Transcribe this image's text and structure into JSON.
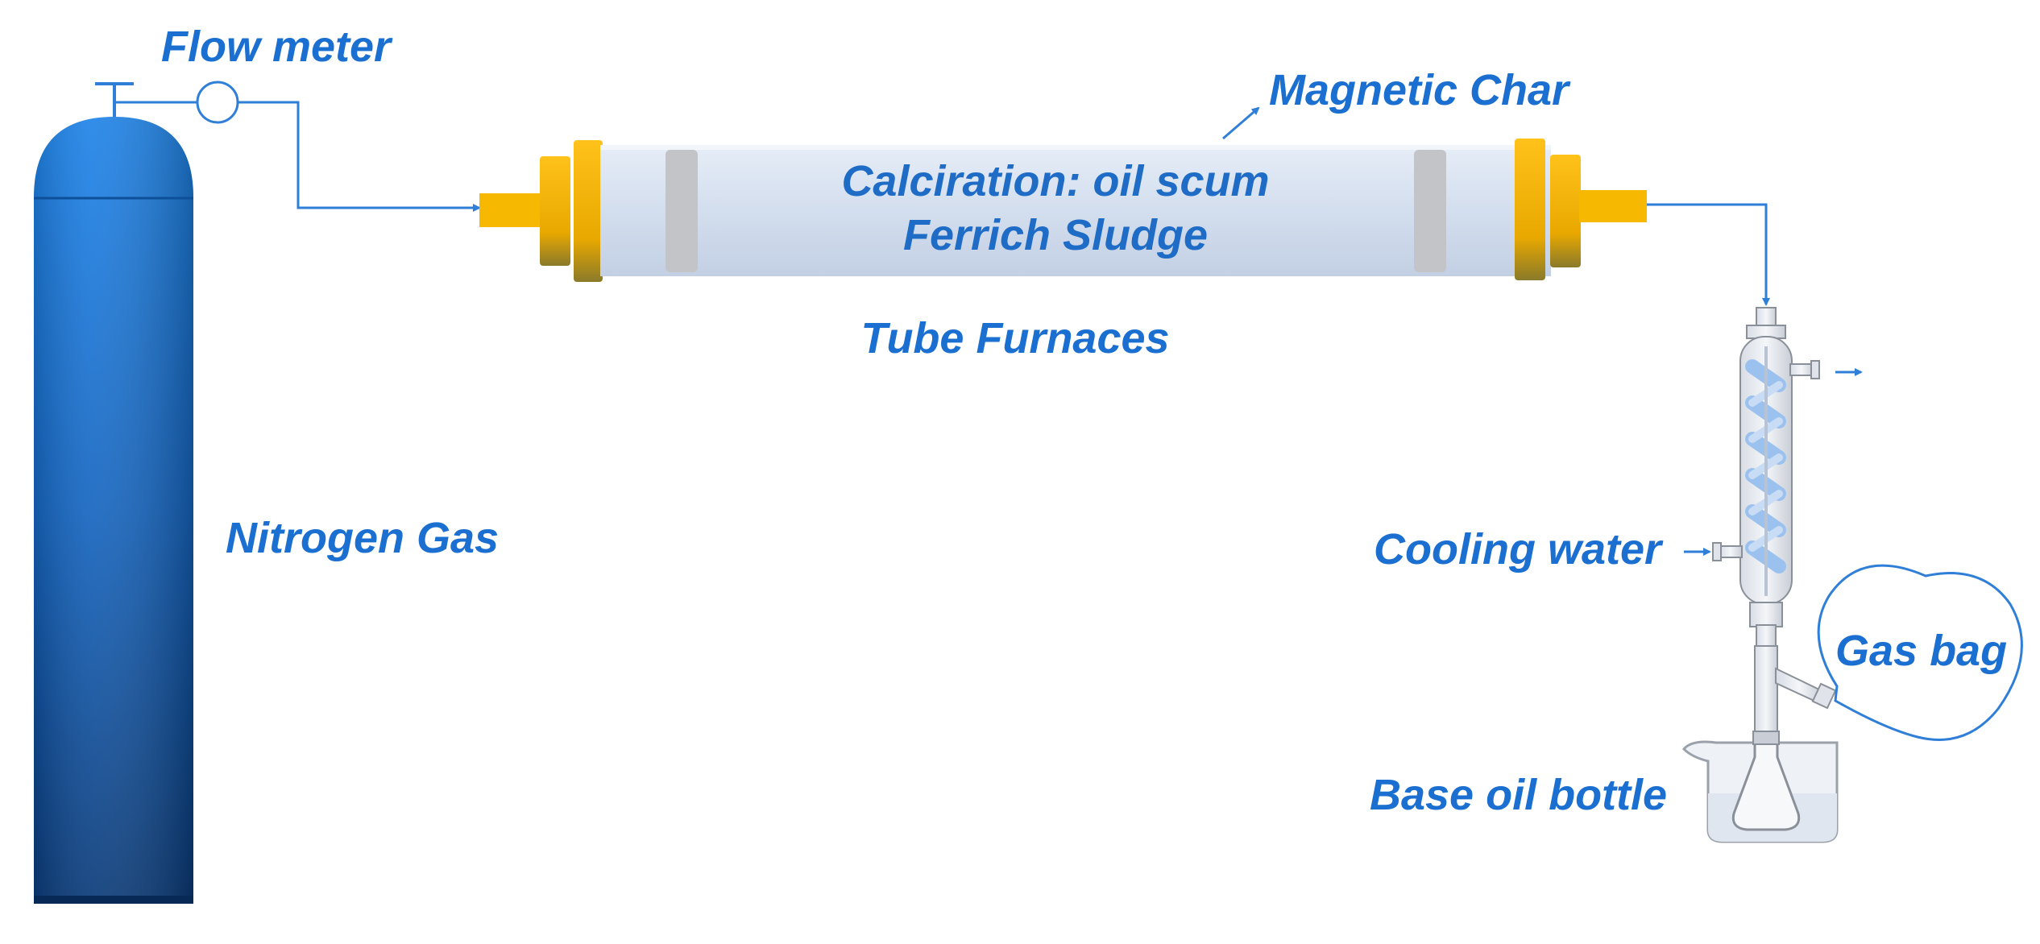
{
  "labels": {
    "flow_meter": "Flow meter",
    "magnetic_char": "Magnetic Char",
    "tube_line1": "Calciration: oil scum",
    "tube_line2": "Ferrich Sludge",
    "tube_furnaces": "Tube Furnaces",
    "nitrogen_gas": "Nitrogen Gas",
    "cooling_water": "Cooling water",
    "gas_bag": "Gas bag",
    "base_oil_bottle": "Base oil bottle"
  },
  "colors": {
    "label_blue": "#1a6fd0",
    "pipe_blue": "#2f7fd8",
    "cylinder_top": "#1f7fe0",
    "cylinder_bottom": "#0a3f80",
    "flange_yellow": "#f2b400",
    "tube_body": "#d4dff0"
  }
}
